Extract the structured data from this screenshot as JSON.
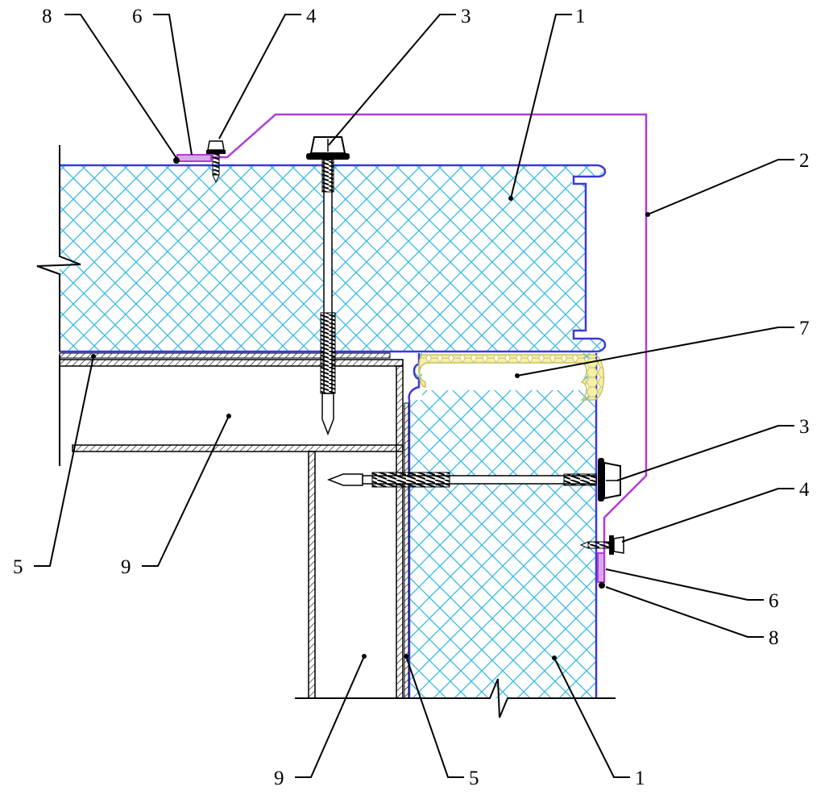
{
  "callouts": [
    {
      "id": "c-8-top",
      "label": "8"
    },
    {
      "id": "c-6-top",
      "label": "6"
    },
    {
      "id": "c-4-top",
      "label": "4"
    },
    {
      "id": "c-3-top",
      "label": "3"
    },
    {
      "id": "c-1-top",
      "label": "1"
    },
    {
      "id": "c-2-right",
      "label": "2"
    },
    {
      "id": "c-7-right",
      "label": "7"
    },
    {
      "id": "c-3-right",
      "label": "3"
    },
    {
      "id": "c-4-right",
      "label": "4"
    },
    {
      "id": "c-6-right",
      "label": "6"
    },
    {
      "id": "c-8-right",
      "label": "8"
    },
    {
      "id": "c-5-left",
      "label": "5"
    },
    {
      "id": "c-9-left",
      "label": "9"
    },
    {
      "id": "c-9-bottom",
      "label": "9"
    },
    {
      "id": "c-5-bottom",
      "label": "5"
    },
    {
      "id": "c-1-bottom",
      "label": "1"
    }
  ],
  "colors": {
    "insulation_mesh": "#35b8e6",
    "panel_skin": "#3a3ad6",
    "flashing": "#b23ad6",
    "seal_foam_fill": "#f6f0a8",
    "seal_foam_line": "#c9c060",
    "steel": "#000000"
  }
}
